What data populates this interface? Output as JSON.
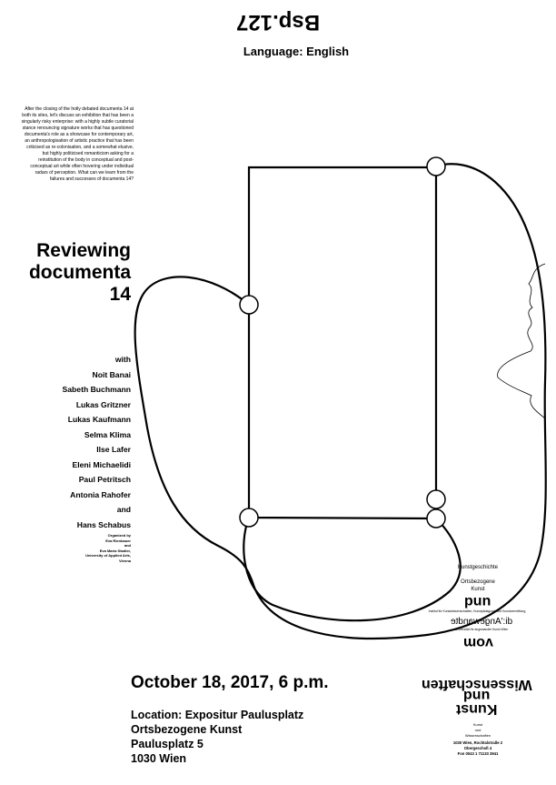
{
  "poster": {
    "code": "Bsp.127",
    "language": "Language: English",
    "intro": "After the closing of the hotly debated documenta 14 at both its sites, let's discuss an exhibition that has been a singularly risky enterprise: with a highly subtle curatorial stance renouncing signature works that has questioned documenta's role as a showcase for contemporary art, an anthropologisation of artistic practice that has been criticised as re-colonisation, and a somewhat elusive, but highly politicised romanticism asking for a reinstitution of the body in conceptual and post-conceptual art while often hovering under individual radars of perception. What can we learn from the failures and successes of documenta 14?",
    "heading": [
      "Reviewing",
      "documenta",
      "14"
    ],
    "participants": [
      "with",
      "Noit Banai",
      "Sabeth Buchmann",
      "Lukas Gritzner",
      "Lukas Kaufmann",
      "Selma Klima",
      "Ilse Lafer",
      "Eleni Michaelidi",
      "Paul Petritsch",
      "Antonia Rahofer",
      "and",
      "Hans Schabus"
    ],
    "organized": [
      "Organized by",
      "Eva Rienbauer",
      "and",
      "Eva Maria Stadler,",
      "University of Applied Arts,",
      "Vienna"
    ],
    "date": "October 18, 2017, 6 p.m.",
    "location": [
      "Location: Expositur Paulusplatz",
      "Ortsbezogene Kunst",
      "Paulusplatz 5",
      "1030 Wien"
    ],
    "institution": {
      "kunstgeschichte": "Kunstgeschichte",
      "ortsbezogene": "Ortsbezogene",
      "kunst": "Kunst",
      "und": "und",
      "fine_print": "Institut für Kunstwissenschaften, Kunstpädagogik und Kunstvermittlung",
      "angewandte": "di:'Angewandte",
      "uni_line": "Universität für angewandte Kunst Wien",
      "vom": "vom",
      "wissenschaften": "Wissenschaften",
      "kunst2": "Kunst",
      "und2": "und",
      "addr_small": [
        "Kunst",
        "und",
        "Wissenschaften"
      ],
      "address": [
        "1030 Wien, Rochtalstraße 2",
        "Obergeschoß 4",
        "Fon 0043 1 71133 3941"
      ]
    }
  }
}
